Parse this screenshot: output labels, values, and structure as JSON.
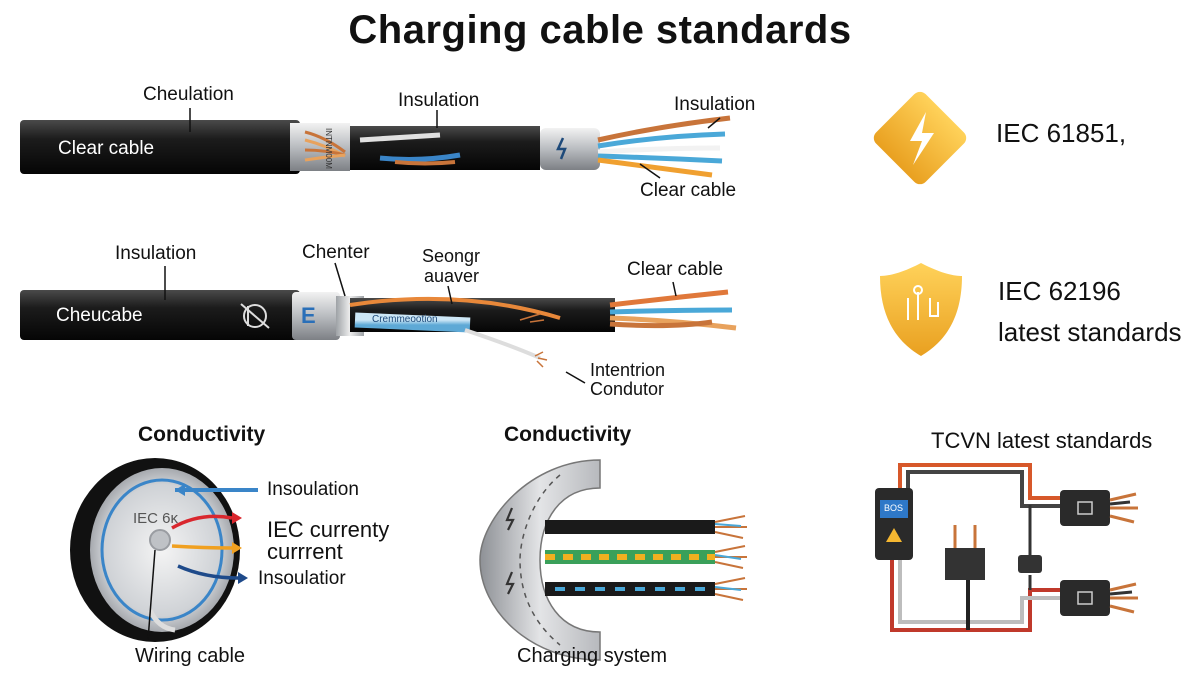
{
  "title": "Charging cable standards",
  "cable1": {
    "body_label": "Clear cable",
    "callout_left": "Cheulation",
    "callout_mid": "Insulation",
    "callout_right": "Insulation",
    "callout_bottom": "Clear cable",
    "band_text": "INTNM00M"
  },
  "cable2": {
    "body_label": "Cheucabe",
    "callout_left": "Insulation",
    "callout_center": "Chenter",
    "callout_mid_line1": "Seongr",
    "callout_mid_line2": "auaver",
    "callout_right": "Clear cable",
    "callout_bottom_line1": "Intentrion",
    "callout_bottom_line2": "Condutor",
    "ferrule_letter": "E",
    "inner_text": "Cremmeootion"
  },
  "standards": {
    "iec1_text": "IEC 61851,",
    "iec2_line1": "IEC 62196",
    "iec2_line2": "latest standards"
  },
  "panel_left": {
    "heading": "Conductivity",
    "disc_text": "IEC 6κ",
    "label1": "Insoulation",
    "label2_line1": "IEC currenty",
    "label2_line2": "currrent",
    "label3": "Insoulatior",
    "caption": "Wiring cable"
  },
  "panel_mid": {
    "heading": "Conductivity",
    "caption": "Charging system"
  },
  "panel_right": {
    "heading": "TCVN latest standards",
    "screen_text": "BOS"
  },
  "colors": {
    "cable_black": "#1a1a1a",
    "warning_yellow": "#f5b731",
    "copper": "#c8743a",
    "blue_wire": "#4aa8d8",
    "red_wire": "#c0392b"
  },
  "icons": [
    "lightning-warning-icon",
    "shield-plug-icon",
    "lightning-icon"
  ]
}
